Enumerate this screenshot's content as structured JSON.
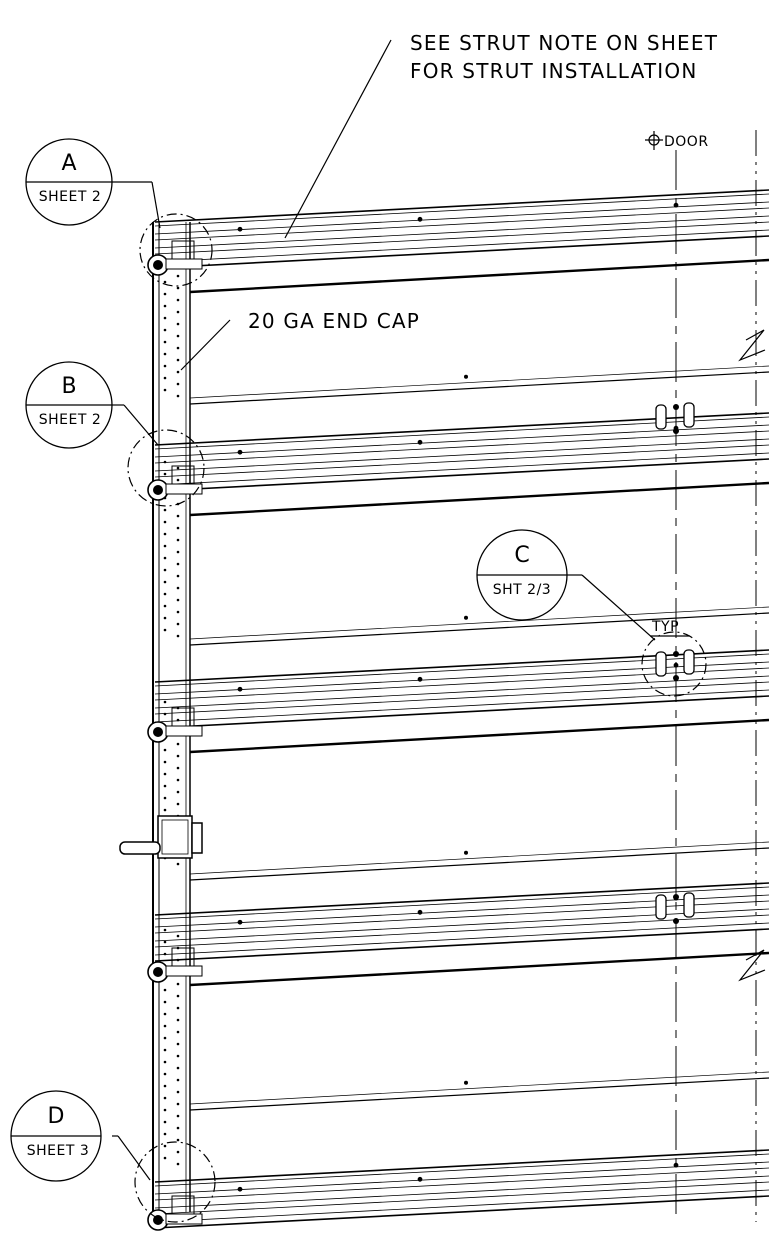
{
  "notes": {
    "strut_line1": "SEE STRUT NOTE ON SHEET",
    "strut_line2": "FOR STRUT INSTALLATION",
    "end_cap": "20 GA END CAP",
    "cl_door": "DOOR",
    "typ": "TYP"
  },
  "callouts": [
    {
      "letter": "A",
      "sheet": "SHEET 2"
    },
    {
      "letter": "B",
      "sheet": "SHEET 2"
    },
    {
      "letter": "C",
      "sheet": "SHT 2/3"
    },
    {
      "letter": "D",
      "sheet": "SHEET 3"
    }
  ],
  "colors": {
    "line": "#000000",
    "background": "#ffffff"
  }
}
